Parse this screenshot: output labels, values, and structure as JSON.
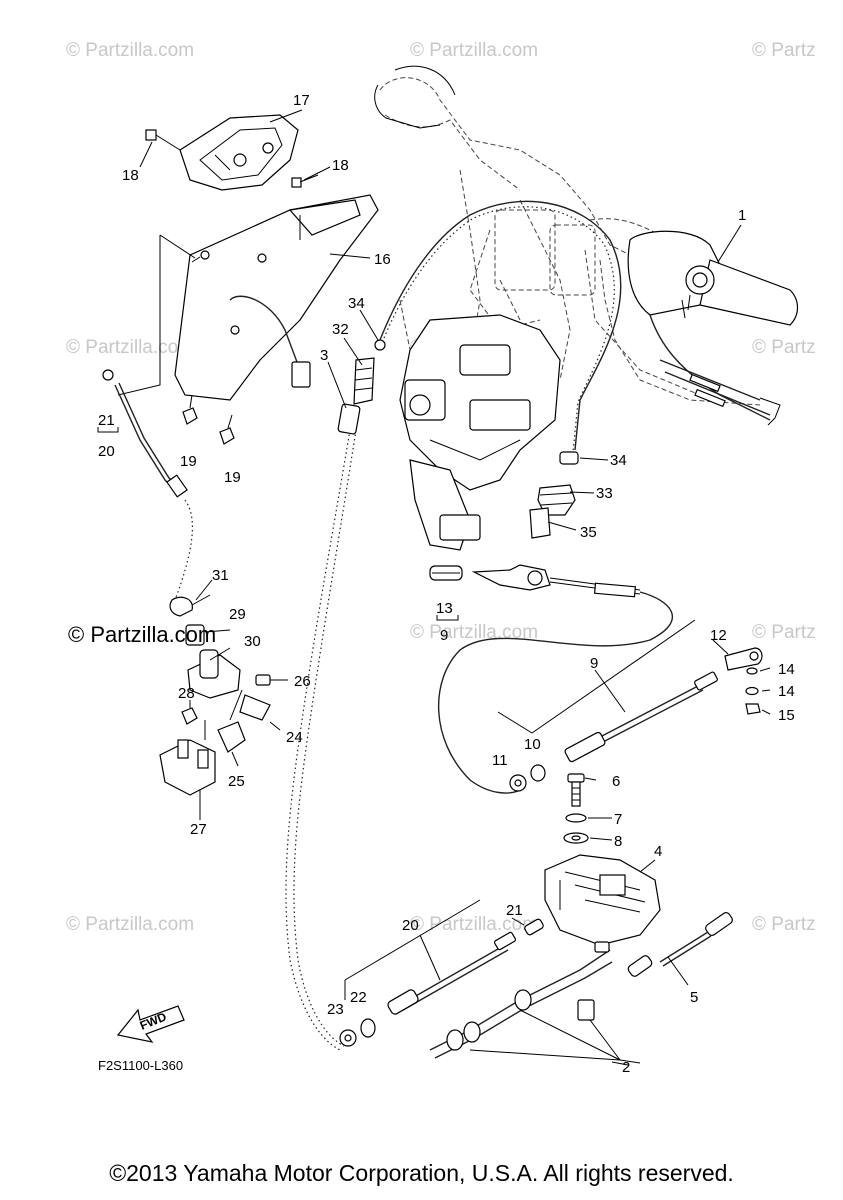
{
  "watermark": "© Partzilla.com",
  "watermark_partial": "© Partz",
  "big_watermark": "© Partzilla.com",
  "diagram_code": "F2S1100-L360",
  "fwd_label": "FWD",
  "copyright": "©2013 Yamaha Motor Corporation, U.S.A. All rights reserved.",
  "callouts": {
    "c1": "1",
    "c2": "2",
    "c3": "3",
    "c4": "4",
    "c5": "5",
    "c6": "6",
    "c7": "7",
    "c8": "8",
    "c9a": "9",
    "c9b": "9",
    "c10": "10",
    "c11": "11",
    "c12": "12",
    "c13": "13",
    "c14a": "14",
    "c14b": "14",
    "c15": "15",
    "c16": "16",
    "c17": "17",
    "c18a": "18",
    "c18b": "18",
    "c19a": "19",
    "c19b": "19",
    "c20a": "20",
    "c20b": "20",
    "c21a": "21",
    "c21b": "21",
    "c22": "22",
    "c23": "23",
    "c24": "24",
    "c25": "25",
    "c26": "26",
    "c27": "27",
    "c28": "28",
    "c29": "29",
    "c30": "30",
    "c31": "31",
    "c32": "32",
    "c33": "33",
    "c34a": "34",
    "c34b": "34",
    "c35": "35"
  }
}
